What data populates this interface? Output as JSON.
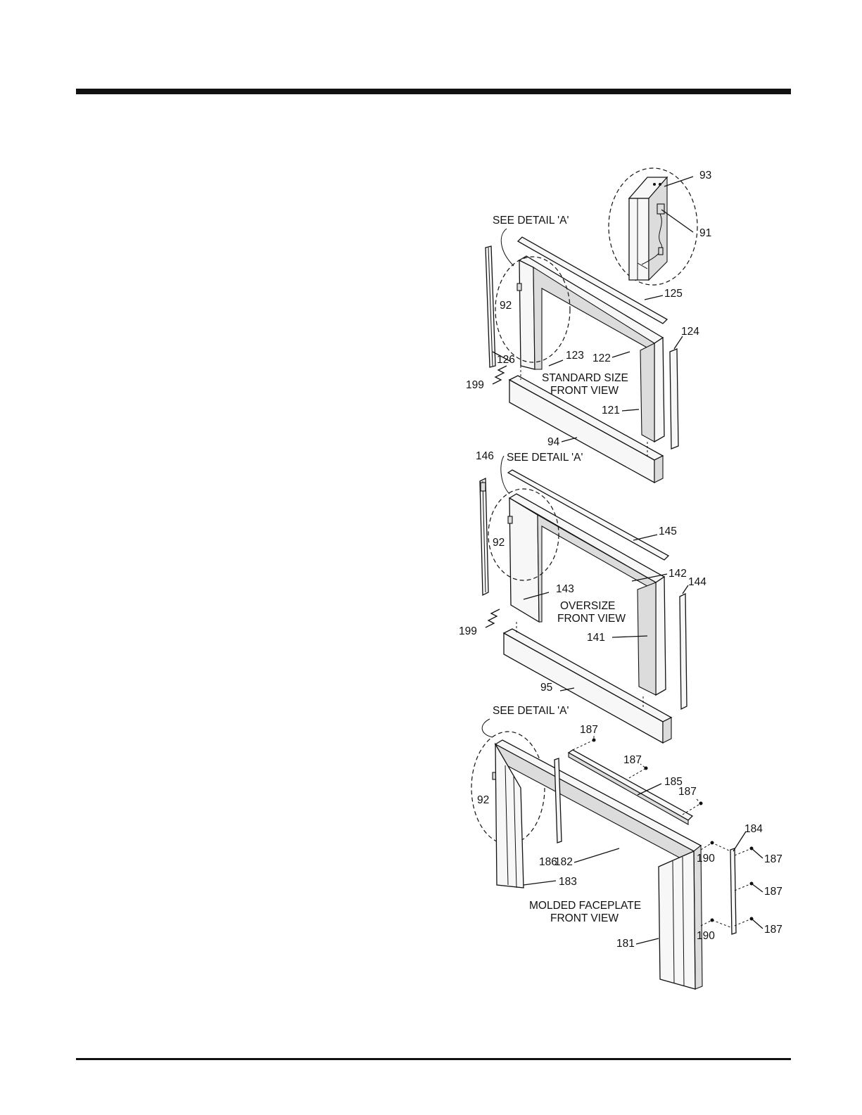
{
  "detail_label": "SEE DETAIL 'A'",
  "views": {
    "standard": {
      "line1": "STANDARD SIZE",
      "line2": "FRONT VIEW"
    },
    "oversize": {
      "line1": "OVERSIZE",
      "line2": "FRONT VIEW"
    },
    "molded": {
      "line1": "MOLDED FACEPLATE",
      "line2": "FRONT VIEW"
    }
  },
  "parts": {
    "p93": "93",
    "p91": "91",
    "p125": "125",
    "p124": "124",
    "p92a": "92",
    "p126": "126",
    "p123": "123",
    "p122": "122",
    "p199a": "199",
    "p121": "121",
    "p94": "94",
    "p146": "146",
    "p145": "145",
    "p92b": "92",
    "p142": "142",
    "p144": "144",
    "p143": "143",
    "p199b": "199",
    "p141": "141",
    "p95": "95",
    "p187a": "187",
    "p187b": "187",
    "p185": "185",
    "p187c": "187",
    "p92c": "92",
    "p184": "184",
    "p190a": "190",
    "p187d": "187",
    "p186": "186",
    "p182": "182",
    "p187e": "187",
    "p183": "183",
    "p190b": "190",
    "p187f": "187",
    "p181": "181"
  }
}
